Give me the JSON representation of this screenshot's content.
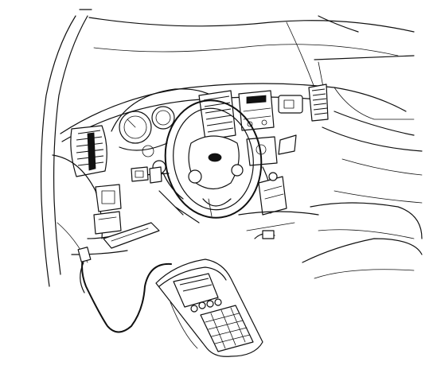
{
  "figure": {
    "caption": "",
    "parts": {
      "windshield": "windshield-pillar",
      "dashboard": "instrument-panel",
      "steering_wheel": "steering-wheel",
      "scan_tool": "handheld-scan-tool",
      "cable": "diagnostic-cable",
      "dlc": "data-link-connector"
    },
    "colors": {
      "line": "#111111",
      "background": "#ffffff"
    }
  }
}
